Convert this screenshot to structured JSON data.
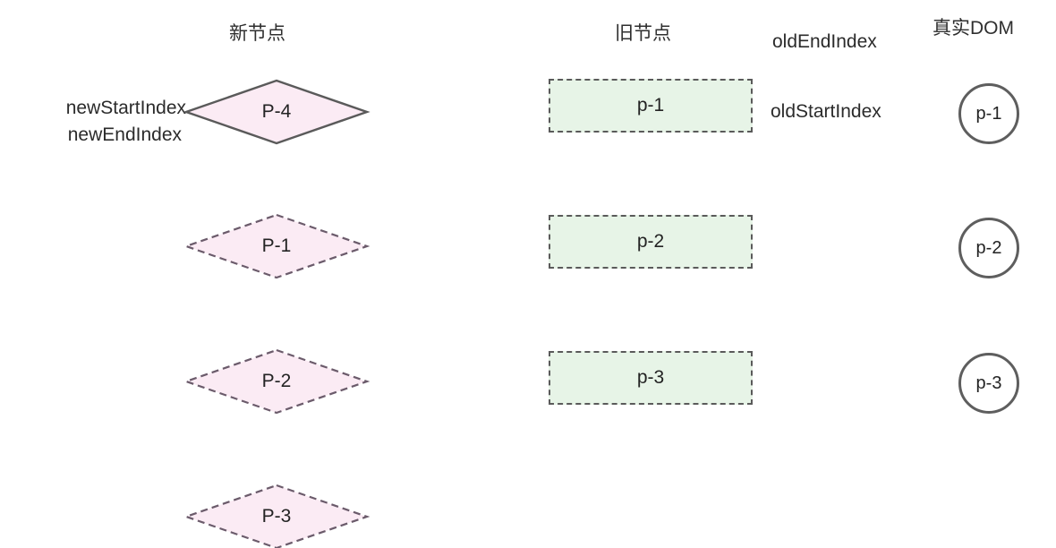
{
  "headings": {
    "new_nodes": "新节点",
    "old_nodes": "旧节点",
    "real_dom": "真实DOM"
  },
  "pointers": {
    "new_start_index": "newStartIndex",
    "new_end_index": "newEndIndex",
    "old_start_index": "oldStartIndex",
    "old_end_index": "oldEndIndex"
  },
  "colors": {
    "diamond_fill": "#fbebf4",
    "diamond_stroke_solid": "#5a5a5a",
    "diamond_stroke_dashed": "#6b5b6b",
    "box_fill": "#e7f4e7",
    "box_stroke": "#5a5a5a",
    "circle_stroke": "#5e5e5e",
    "text": "#232323",
    "background": "#ffffff"
  },
  "new_nodes": [
    {
      "label": "P-4",
      "border": "solid",
      "highlighted": true
    },
    {
      "label": "P-1",
      "border": "dashed",
      "highlighted": false
    },
    {
      "label": "P-2",
      "border": "dashed",
      "highlighted": false
    },
    {
      "label": "P-3",
      "border": "dashed",
      "highlighted": false
    }
  ],
  "old_nodes": [
    {
      "label": "p-1"
    },
    {
      "label": "p-2"
    },
    {
      "label": "p-3"
    }
  ],
  "real_dom": [
    {
      "label": "p-1"
    },
    {
      "label": "p-2"
    },
    {
      "label": "p-3"
    }
  ]
}
